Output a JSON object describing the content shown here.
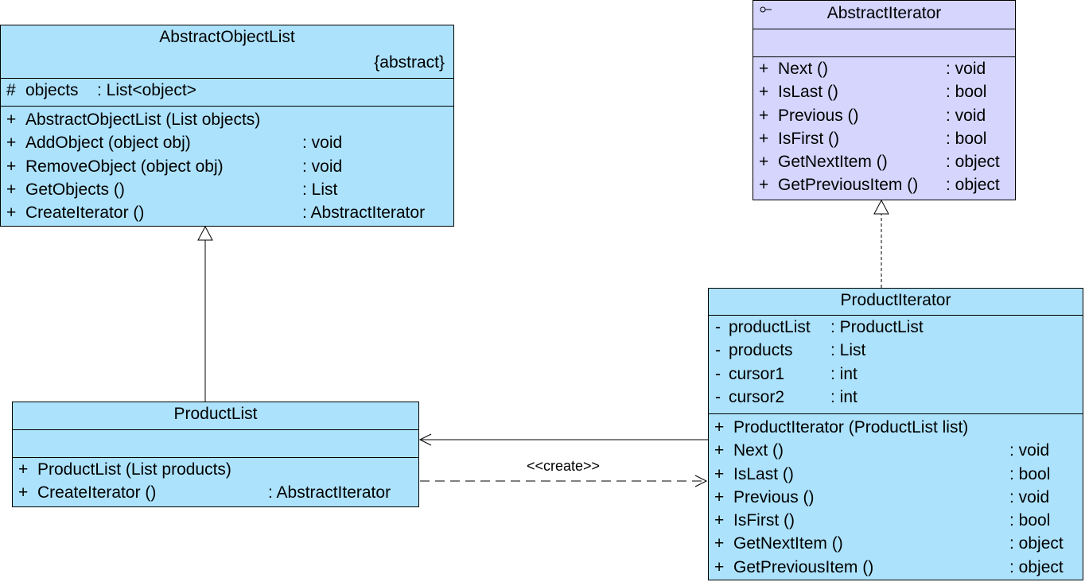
{
  "colors": {
    "class_fill": "#ace2fc",
    "interface_fill": "#d5d5fe",
    "line": "#000000"
  },
  "classes": {
    "abstract_object_list": {
      "name": "AbstractObjectList",
      "stereotype": "{abstract}",
      "attributes": [
        {
          "vis": "#",
          "name": "objects",
          "type": ": List<object>"
        }
      ],
      "operations": [
        {
          "vis": "+",
          "name": "AbstractObjectList (List objects)",
          "type": ""
        },
        {
          "vis": "+",
          "name": "AddObject (object obj)",
          "type": ": void"
        },
        {
          "vis": "+",
          "name": "RemoveObject (object obj)",
          "type": ": void"
        },
        {
          "vis": "+",
          "name": "GetObjects ()",
          "type": ": List"
        },
        {
          "vis": "+",
          "name": "CreateIterator ()",
          "type": ": AbstractIterator"
        }
      ]
    },
    "abstract_iterator": {
      "name": "AbstractIterator",
      "icon": "interface-icon",
      "operations": [
        {
          "vis": "+",
          "name": "Next ()",
          "type": ": void"
        },
        {
          "vis": "+",
          "name": "IsLast ()",
          "type": ": bool"
        },
        {
          "vis": "+",
          "name": "Previous ()",
          "type": ": void"
        },
        {
          "vis": "+",
          "name": "IsFirst ()",
          "type": ": bool"
        },
        {
          "vis": "+",
          "name": "GetNextItem ()",
          "type": ": object"
        },
        {
          "vis": "+",
          "name": "GetPreviousItem ()",
          "type": ": object"
        }
      ]
    },
    "product_list": {
      "name": "ProductList",
      "operations": [
        {
          "vis": "+",
          "name": "ProductList (List products)",
          "type": ""
        },
        {
          "vis": "+",
          "name": "CreateIterator ()",
          "type": ": AbstractIterator"
        }
      ]
    },
    "product_iterator": {
      "name": "ProductIterator",
      "attributes": [
        {
          "vis": "-",
          "name": "productList",
          "type": ": ProductList"
        },
        {
          "vis": "-",
          "name": "products",
          "type": ": List"
        },
        {
          "vis": "-",
          "name": "cursor1",
          "type": ": int"
        },
        {
          "vis": "-",
          "name": "cursor2",
          "type": ": int"
        }
      ],
      "operations": [
        {
          "vis": "+",
          "name": "ProductIterator (ProductList list)",
          "type": ""
        },
        {
          "vis": "+",
          "name": "Next ()",
          "type": ": void"
        },
        {
          "vis": "+",
          "name": "IsLast ()",
          "type": ": bool"
        },
        {
          "vis": "+",
          "name": "Previous ()",
          "type": ": void"
        },
        {
          "vis": "+",
          "name": "IsFirst ()",
          "type": ": bool"
        },
        {
          "vis": "+",
          "name": "GetNextItem ()",
          "type": ": object"
        },
        {
          "vis": "+",
          "name": "GetPreviousItem ()",
          "type": ": object"
        }
      ]
    }
  },
  "relations": {
    "create_label": "<<create>>"
  }
}
